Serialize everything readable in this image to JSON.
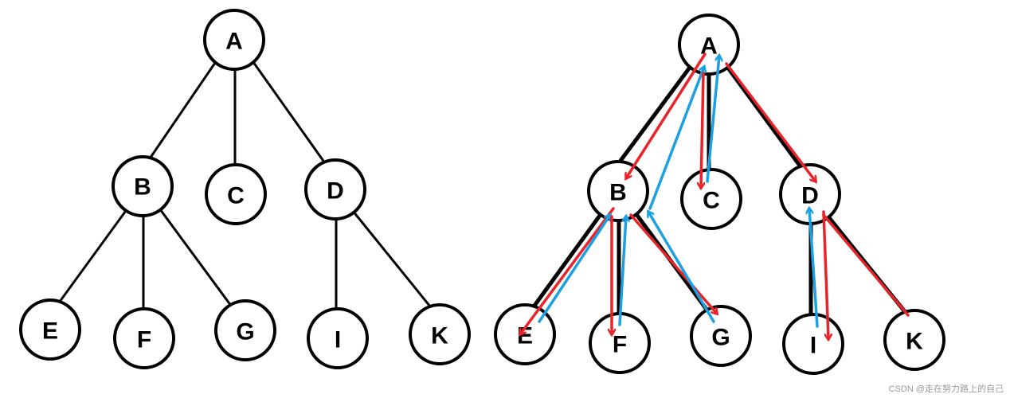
{
  "left_tree": {
    "nodes": [
      {
        "id": "A",
        "label": "A"
      },
      {
        "id": "B",
        "label": "B"
      },
      {
        "id": "C",
        "label": "C"
      },
      {
        "id": "D",
        "label": "D"
      },
      {
        "id": "E",
        "label": "E"
      },
      {
        "id": "F",
        "label": "F"
      },
      {
        "id": "G",
        "label": "G"
      },
      {
        "id": "I",
        "label": "I"
      },
      {
        "id": "K",
        "label": "K"
      }
    ],
    "edges": [
      [
        "A",
        "B"
      ],
      [
        "A",
        "C"
      ],
      [
        "A",
        "D"
      ],
      [
        "B",
        "E"
      ],
      [
        "B",
        "F"
      ],
      [
        "B",
        "G"
      ],
      [
        "D",
        "I"
      ],
      [
        "D",
        "K"
      ]
    ]
  },
  "right_tree": {
    "nodes": [
      {
        "id": "A",
        "label": "A"
      },
      {
        "id": "B",
        "label": "B"
      },
      {
        "id": "C",
        "label": "C"
      },
      {
        "id": "D",
        "label": "D"
      },
      {
        "id": "E",
        "label": "E"
      },
      {
        "id": "F",
        "label": "F"
      },
      {
        "id": "G",
        "label": "G"
      },
      {
        "id": "I",
        "label": "I"
      },
      {
        "id": "K",
        "label": "K"
      }
    ],
    "edges": [
      [
        "A",
        "B"
      ],
      [
        "A",
        "C"
      ],
      [
        "A",
        "D"
      ],
      [
        "B",
        "E"
      ],
      [
        "B",
        "F"
      ],
      [
        "B",
        "G"
      ],
      [
        "D",
        "I"
      ],
      [
        "D",
        "K"
      ]
    ],
    "traversal_colors": {
      "down": "#e8242a",
      "up": "#1ba1e2"
    }
  },
  "watermark": "CSDN @走在努力路上的自己"
}
